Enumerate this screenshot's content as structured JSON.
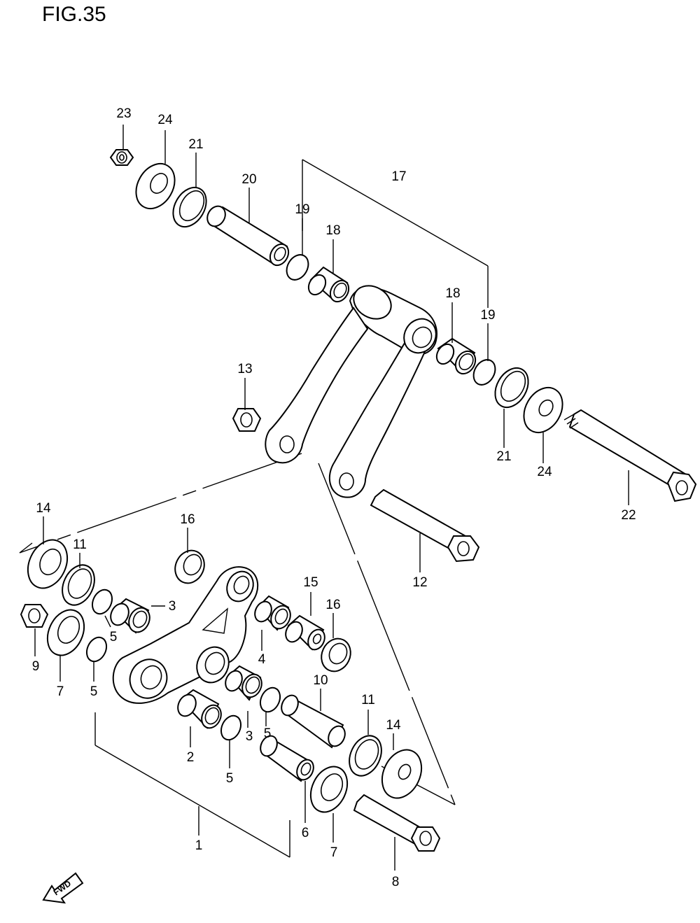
{
  "figure": {
    "title": "FIG.35"
  },
  "callouts": {
    "c1": "1",
    "c2": "2",
    "c3a": "3",
    "c3b": "3",
    "c4": "4",
    "c5a": "5",
    "c5b": "5",
    "c5c": "5",
    "c5d": "5",
    "c6": "6",
    "c7a": "7",
    "c7b": "7",
    "c8": "8",
    "c9": "9",
    "c10": "10",
    "c11a": "11",
    "c11b": "11",
    "c12": "12",
    "c13": "13",
    "c14a": "14",
    "c14b": "14",
    "c15": "15",
    "c16a": "16",
    "c16b": "16",
    "c17": "17",
    "c18a": "18",
    "c18b": "18",
    "c19a": "19",
    "c19b": "19",
    "c20": "20",
    "c21a": "21",
    "c21b": "21",
    "c22": "22",
    "c23": "23",
    "c24a": "24",
    "c24b": "24"
  },
  "direction_badge": {
    "text": "FWD"
  }
}
